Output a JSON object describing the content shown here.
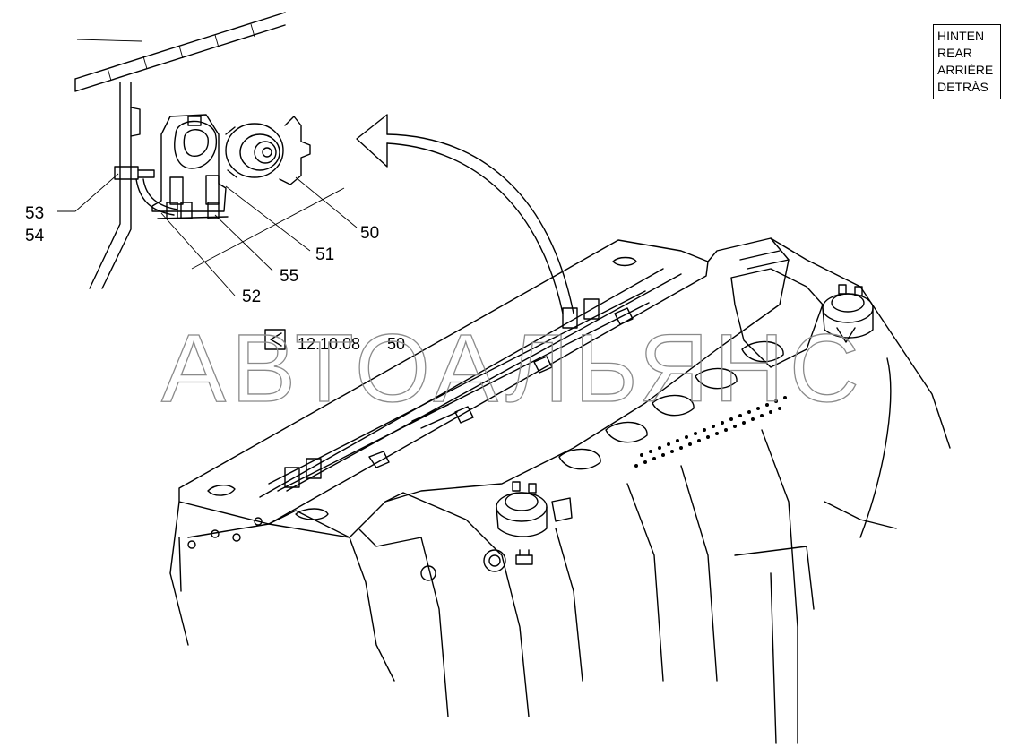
{
  "direction_label": [
    "HINTEN",
    "REAR",
    "ARRIÈRE",
    "DETRÀS"
  ],
  "callouts": {
    "c50": "50",
    "c51": "51",
    "c52": "52",
    "c53": "53",
    "c54": "54",
    "c55": "55"
  },
  "reference": {
    "code": "12.10.08",
    "item": "50",
    "icon": "view-arrow-icon"
  },
  "watermark": "АВТОАЛЬЯНС"
}
